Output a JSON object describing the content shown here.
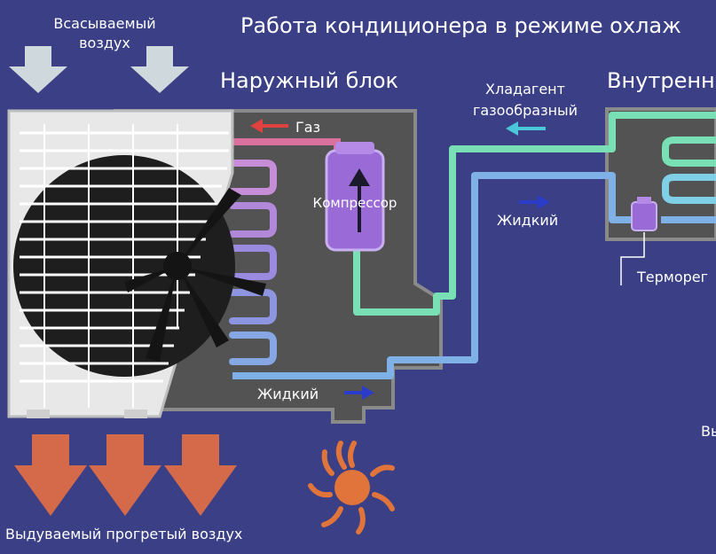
{
  "title": "Работа кондиционера в режиме охлаж",
  "labels": {
    "intake_air_line1": "Всасываемый",
    "intake_air_line2": "воздух",
    "outdoor_unit": "Наружный блок",
    "indoor_unit": "Внутренн",
    "gas": "Газ",
    "compressor": "Компрессор",
    "refrigerant_gas_line1": "Хладагент",
    "refrigerant_gas_line2": "газообразный",
    "liquid_upper": "Жидкий",
    "liquid_lower": "Жидкий",
    "thermo_valve": "Терморег",
    "exhaust_air": "Выдуваемый прогретый воздух",
    "right_cut": "Вь"
  },
  "colors": {
    "background": "#3a3f86",
    "unit_body": "#535353",
    "gas_pipe": "#d9709e",
    "liquid_pipe": "#7fb0e6",
    "return_pipe": "#79e0b6",
    "compressor": "#9a6bd6",
    "hot_arrow": "#d46a4a",
    "cool_arrow": "#cfd8dc",
    "sun": "#e0743a"
  },
  "icons": [
    "intake-arrow-icon",
    "exhaust-arrow-icon",
    "sun-icon",
    "fan-icon",
    "compressor-icon"
  ]
}
